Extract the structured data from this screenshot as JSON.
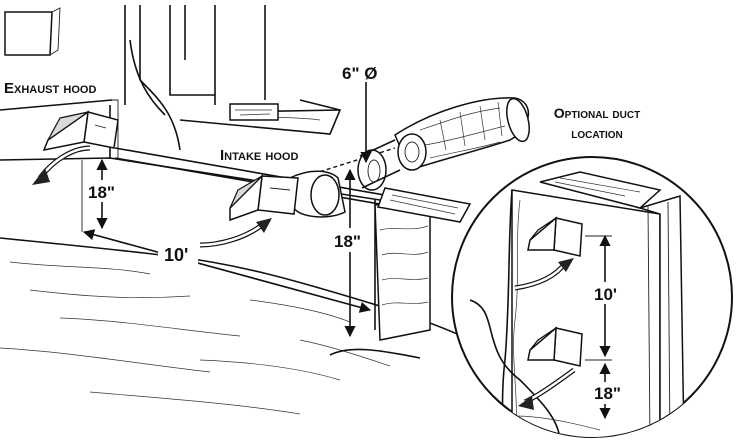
{
  "labels": {
    "exhaust_hood": "Exhaust hood",
    "intake_hood": "Intake hood",
    "duct_diameter": "6\" Ø",
    "optional_line1": "Optional duct",
    "optional_line2": "location"
  },
  "dimensions": {
    "exhaust_height": "18\"",
    "hood_spacing": "10'",
    "intake_height": "18\"",
    "inset_spacing": "10'",
    "inset_height": "18\""
  }
}
